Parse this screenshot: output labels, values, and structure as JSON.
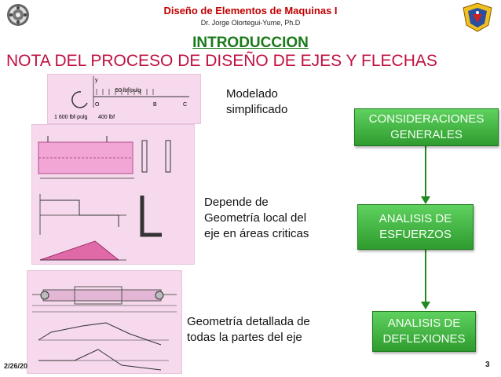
{
  "header": {
    "title": "Diseño de Elementos de Maquinas I",
    "subtitle": "Dr. Jorge Olortegui-Yume, Ph.D",
    "left_logo_icon": "gear-bearing-logo",
    "right_logo_icon": "university-crest-logo"
  },
  "slide": {
    "section_heading": "INTRODUCCION",
    "title": "NOTA DEL PROCESO DE DISEÑO DE  EJES Y FLECHAS"
  },
  "notes": [
    {
      "line1": "Modelado",
      "line2": "simplificado"
    },
    {
      "line1": "Depende de",
      "line2": "Geometría local del",
      "line3": "eje en áreas criticas"
    },
    {
      "line1": "Geometría detallada de",
      "line2": "todas la partes del eje"
    }
  ],
  "flow": [
    {
      "line1": "CONSIDERACIONES",
      "line2": "GENERALES"
    },
    {
      "line1": "ANALISIS DE",
      "line2": "ESFUERZOS"
    },
    {
      "line1": "ANALISIS DE",
      "line2": "DEFLEXIONES"
    }
  ],
  "figure_labels": {
    "beam_load": "50 lbf/pulg",
    "moment": "1 600 lbf·pulg",
    "reaction_a": "400 lbf",
    "point_o": "O",
    "point_b": "B",
    "point_c": "C",
    "axis_y": "y"
  },
  "footer": {
    "date": "2/26/20",
    "page": "3"
  },
  "colors": {
    "header_red": "#c00000",
    "heading_green": "#1a7a1a",
    "title_crimson": "#c01040",
    "box_green": "#3cb43c",
    "figure_pink": "#f6d9ec"
  }
}
